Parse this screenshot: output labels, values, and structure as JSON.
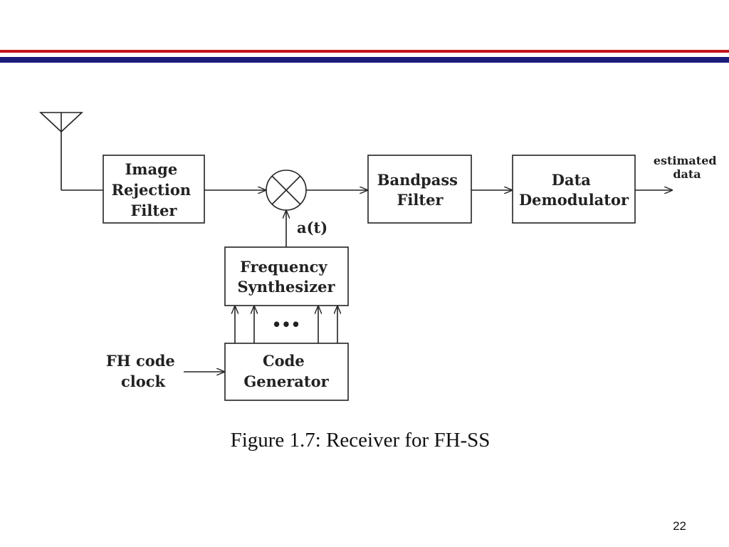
{
  "blocks": {
    "image_rejection_filter": [
      "Image",
      "Rejection",
      "Filter"
    ],
    "bandpass_filter": [
      "Bandpass",
      "Filter"
    ],
    "data_demodulator": [
      "Data",
      "Demodulator"
    ],
    "frequency_synthesizer": [
      "Frequency",
      "Synthesizer"
    ],
    "code_generator": [
      "Code",
      "Generator"
    ]
  },
  "signals": {
    "mixer_input": "a(t)",
    "output": [
      "estimated",
      "data"
    ],
    "clock_input": [
      "FH code",
      "clock"
    ],
    "ellipsis": "•••"
  },
  "caption": "Figure 1.7: Receiver for FH-SS",
  "page_number": "22",
  "colors": {
    "rule_red": "#c0141c",
    "rule_navy": "#1c1c7a",
    "stroke": "#222222"
  }
}
